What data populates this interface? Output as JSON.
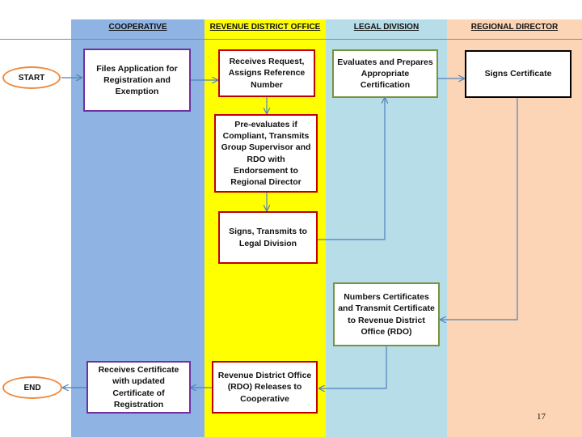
{
  "colors": {
    "cooperative_lane": "#8fb4e3",
    "revenue_lane": "#ffff00",
    "legal_lane": "#b7dde8",
    "director_lane": "#fbd5b5",
    "cooperative_border": "#7030a0",
    "revenue_border": "#c00000",
    "legal_border": "#77933c",
    "director_border": "#000000",
    "terminal_border": "#f08a3c",
    "arrow": "#4f81bd"
  },
  "lanes": {
    "cooperative": "COOPERATIVE",
    "revenue": "REVENUE DISTRICT OFFICE",
    "legal": "LEGAL DIVISION",
    "director": "REGIONAL DIRECTOR"
  },
  "terminals": {
    "start": "START",
    "end": "END"
  },
  "steps": {
    "files_application": "Files Application for Registration and Exemption",
    "receives_request": "Receives Request, Assigns Reference Number",
    "pre_evaluates": "Pre-evaluates if Compliant, Transmits Group Supervisor and RDO with Endorsement to Regional Director",
    "signs_transmits": "Signs, Transmits to Legal Division",
    "evaluates_prepares": "Evaluates and Prepares Appropriate Certification",
    "signs_certificate": "Signs Certificate",
    "numbers_certificates": "Numbers Certificates and Transmit Certificate to Revenue District Office (RDO)",
    "rdo_releases": "Revenue District Office (RDO) Releases to Cooperative",
    "receives_certificate": "Receives Certificate with updated Certificate of Registration"
  },
  "page_number": "17"
}
